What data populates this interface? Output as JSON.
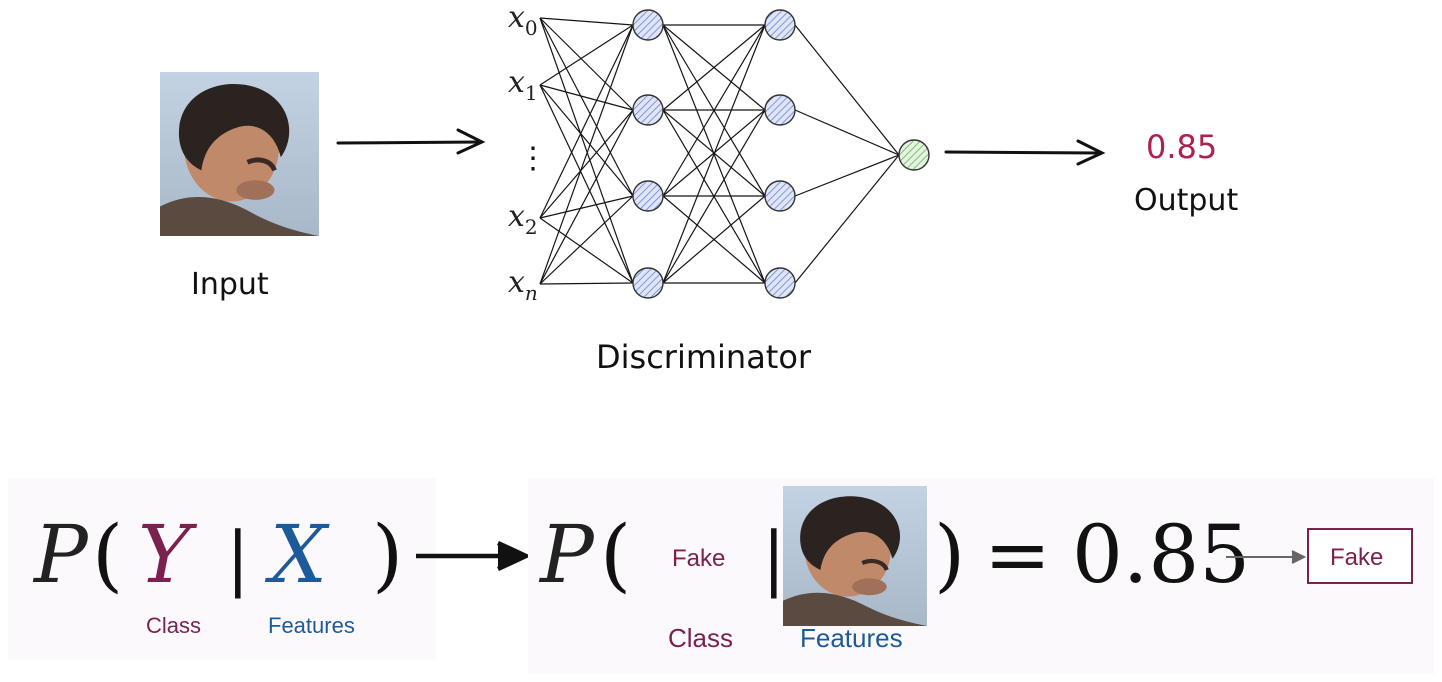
{
  "diagram": {
    "input_label": "Input",
    "output_value": "0.85",
    "output_label": "Output",
    "discriminator_label": "Discriminator",
    "input_nodes": [
      {
        "base": "x",
        "sub": "0"
      },
      {
        "base": "x",
        "sub": "1"
      },
      {
        "base": "",
        "sub": "",
        "text": "⋮"
      },
      {
        "base": "x",
        "sub": "2"
      },
      {
        "base": "x",
        "sub": "n"
      }
    ]
  },
  "formula_left": {
    "P": "P",
    "open": "(",
    "Y": "Y",
    "bar": "|",
    "X": "X",
    "close": ")",
    "class_label": "Class",
    "features_label": "Features"
  },
  "formula_right": {
    "P": "P",
    "open": "(",
    "fake_word": "Fake",
    "bar": "|",
    "close": ")",
    "equals": "=",
    "value": "0.85",
    "class_label": "Class",
    "features_label": "Features",
    "result_box": "Fake"
  },
  "colors": {
    "class_purple": "#7a2150",
    "features_blue": "#1d5a99",
    "output_pink": "#b0204e",
    "hidden_node": "#c9d3ef",
    "output_node": "#cfeac9"
  }
}
